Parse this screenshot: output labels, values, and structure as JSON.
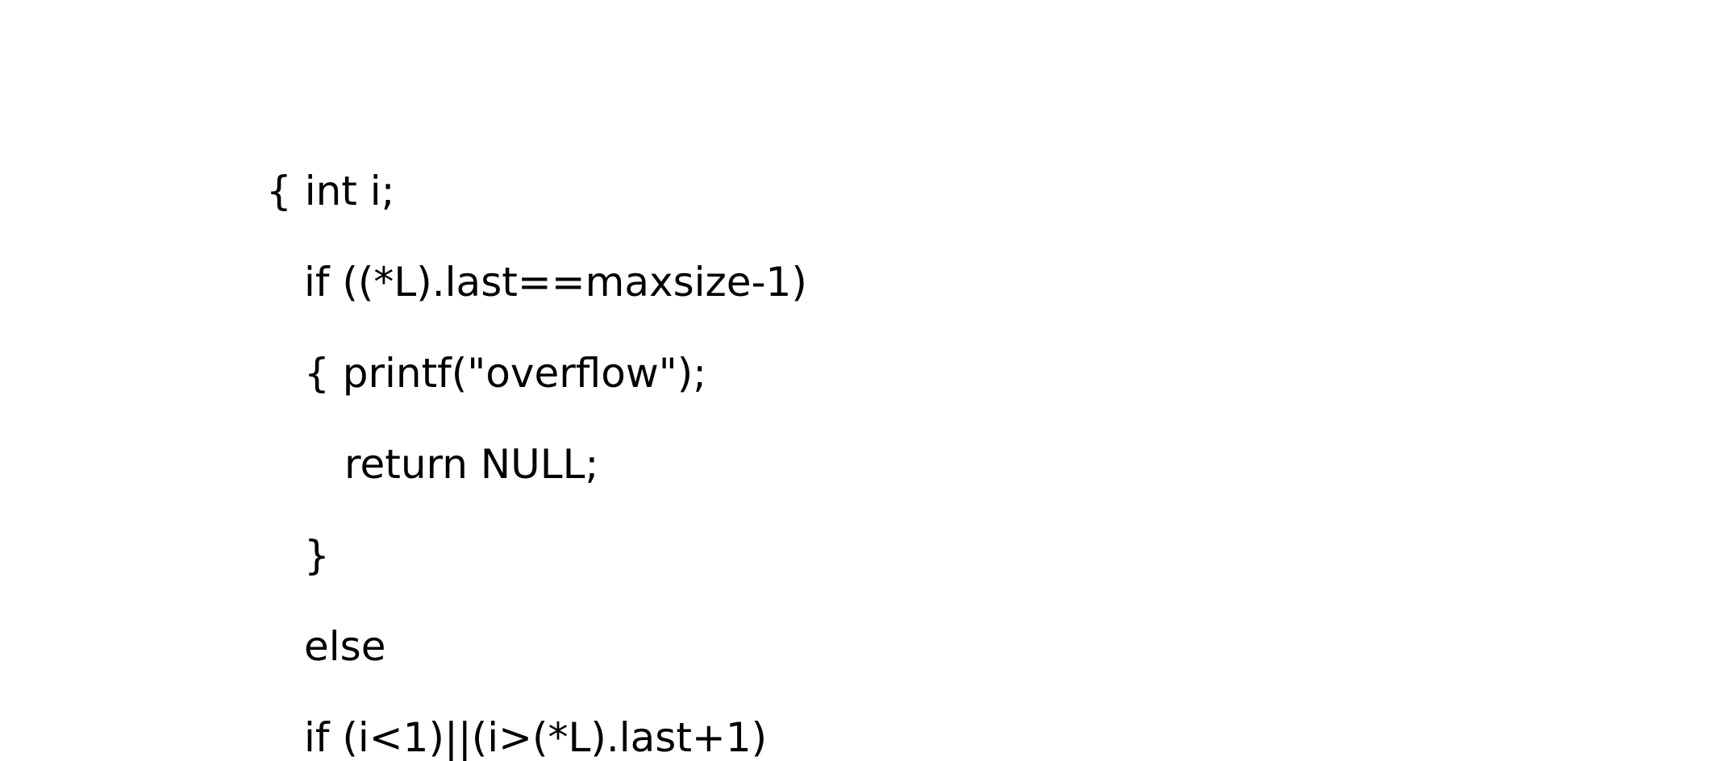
{
  "document": {
    "code_lines": [
      "{ int i;",
      "if ((*L).last==maxsize-1)",
      "{ printf(\"overflow\");",
      "return NULL;",
      "}",
      "else",
      "if (i<1)||(i>(*L).last+1)"
    ]
  }
}
